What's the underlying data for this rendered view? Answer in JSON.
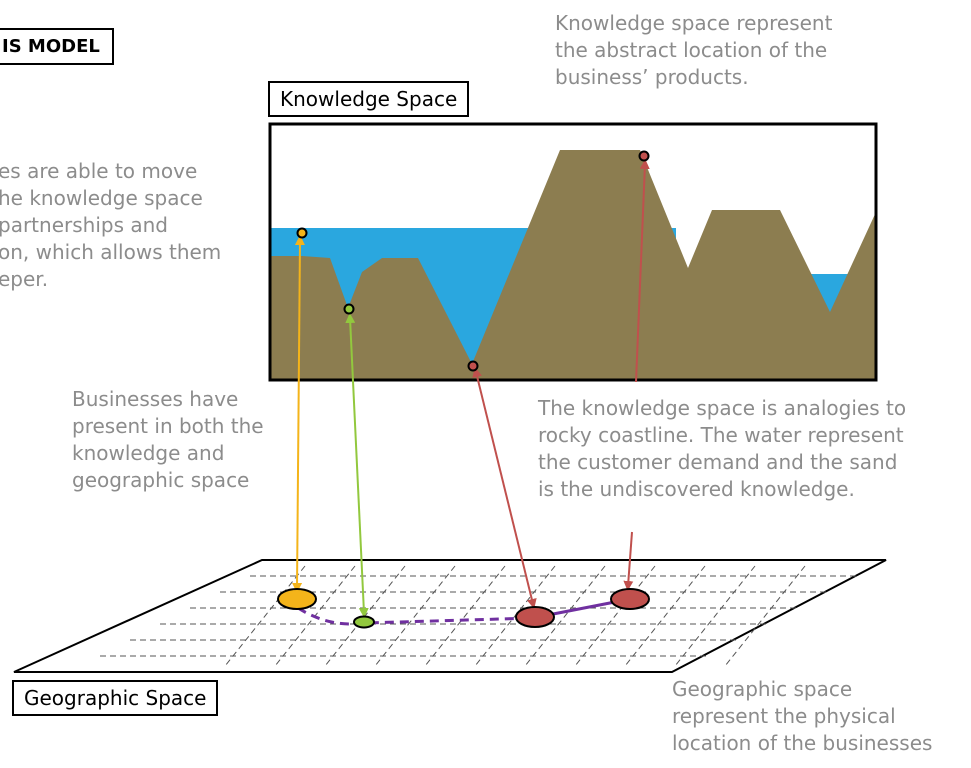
{
  "labels": {
    "model_title": "IS MODEL",
    "knowledge_space_title": "Knowledge Space",
    "geographic_space_title": "Geographic Space"
  },
  "notes": {
    "top_right": [
      "Knowledge space represent",
      "the abstract location of the",
      "business’ products."
    ],
    "left": [
      "es are able to move",
      "he knowledge space",
      "partnerships and",
      "on, which allows them",
      "eper."
    ],
    "middle_left": [
      "Businesses have",
      "present in both the",
      "knowledge and",
      "geographic space"
    ],
    "middle_right": [
      "The knowledge space is analogies to",
      "rocky coastline.  The water represent",
      "the customer demand and the sand",
      "is the undiscovered knowledge."
    ],
    "bottom_right": [
      "Geographic space",
      "represent the physical",
      "location of the businesses"
    ]
  },
  "colors": {
    "sand": "#8c7d50",
    "water": "#2aa7df",
    "orange": "#f4b41a",
    "green": "#92c83e",
    "red": "#c0504d",
    "purple": "#7030a0",
    "text": "#8c8c8c"
  },
  "businesses": [
    {
      "name": "orange-business",
      "color": "orange"
    },
    {
      "name": "green-business",
      "color": "green"
    },
    {
      "name": "red-business-1",
      "color": "red"
    },
    {
      "name": "red-business-2",
      "color": "red"
    }
  ]
}
